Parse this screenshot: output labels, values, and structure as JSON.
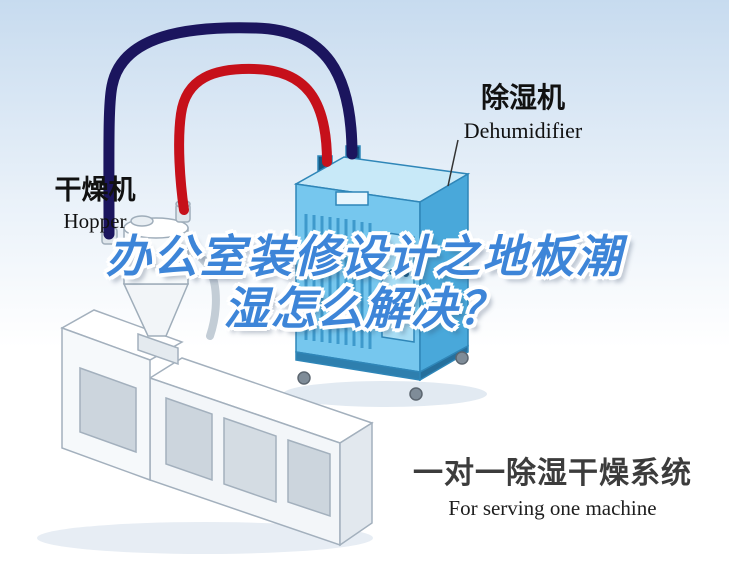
{
  "labels": {
    "hopper_zh": "干燥机",
    "hopper_en": "Hopper",
    "dehumidifier_zh": "除湿机",
    "dehumidifier_en": "Dehumidifier"
  },
  "title": {
    "line1": "办公室装修设计之地板潮",
    "line2": "湿怎么解决？"
  },
  "footer": {
    "zh": "一对一除湿干燥系统",
    "en": "For serving one machine"
  },
  "colors": {
    "title_text": "#3d85d8",
    "title_outline": "#ffffff",
    "supply_hose_red": "#c6101a",
    "return_hose_navy": "#1b155e",
    "dehumidifier_front": "#76c7ee",
    "dehumidifier_top": "#c8e9f8",
    "dehumidifier_side": "#49a8da",
    "background_top": "#c7dbef",
    "background_bottom": "#ffffff"
  }
}
